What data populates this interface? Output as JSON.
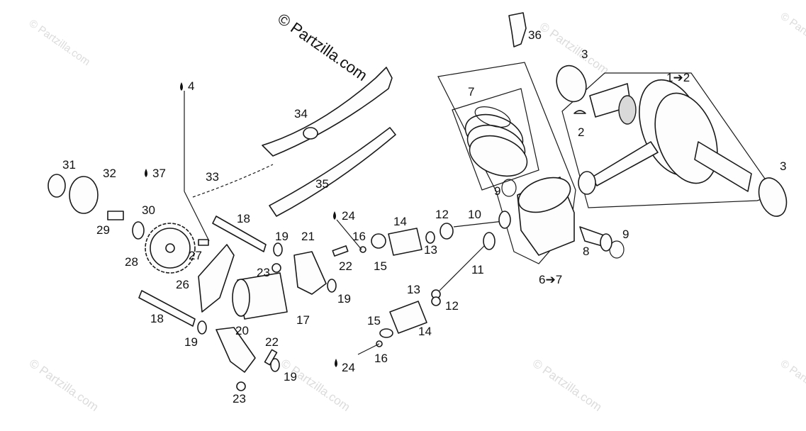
{
  "credit": "© Partzilla.com",
  "watermark": "© Partzilla.com",
  "callouts": [
    {
      "id": "c-36",
      "text": "36"
    },
    {
      "id": "c-3a",
      "text": "3"
    },
    {
      "id": "c-1to2",
      "text": "1➔2"
    },
    {
      "id": "c-7",
      "text": "7"
    },
    {
      "id": "c-2",
      "text": "2"
    },
    {
      "id": "c-3b",
      "text": "3"
    },
    {
      "id": "c-4",
      "text": "4"
    },
    {
      "id": "c-34",
      "text": "34"
    },
    {
      "id": "c-31",
      "text": "31"
    },
    {
      "id": "c-32",
      "text": "32"
    },
    {
      "id": "c-37",
      "text": "37"
    },
    {
      "id": "c-33",
      "text": "33"
    },
    {
      "id": "c-35",
      "text": "35"
    },
    {
      "id": "c-9a",
      "text": "9"
    },
    {
      "id": "c-30",
      "text": "30"
    },
    {
      "id": "c-29",
      "text": "29"
    },
    {
      "id": "c-18a",
      "text": "18"
    },
    {
      "id": "c-24a",
      "text": "24"
    },
    {
      "id": "c-14a",
      "text": "14"
    },
    {
      "id": "c-12a",
      "text": "12"
    },
    {
      "id": "c-10",
      "text": "10"
    },
    {
      "id": "c-9b",
      "text": "9"
    },
    {
      "id": "c-19a",
      "text": "19"
    },
    {
      "id": "c-21",
      "text": "21"
    },
    {
      "id": "c-16a",
      "text": "16"
    },
    {
      "id": "c-13a",
      "text": "13"
    },
    {
      "id": "c-8",
      "text": "8"
    },
    {
      "id": "c-28",
      "text": "28"
    },
    {
      "id": "c-27",
      "text": "27"
    },
    {
      "id": "c-22a",
      "text": "22"
    },
    {
      "id": "c-15a",
      "text": "15"
    },
    {
      "id": "c-23a",
      "text": "23"
    },
    {
      "id": "c-11",
      "text": "11"
    },
    {
      "id": "c-6to7",
      "text": "6➔7"
    },
    {
      "id": "c-26",
      "text": "26"
    },
    {
      "id": "c-19b",
      "text": "19"
    },
    {
      "id": "c-13b",
      "text": "13"
    },
    {
      "id": "c-12b",
      "text": "12"
    },
    {
      "id": "c-17",
      "text": "17"
    },
    {
      "id": "c-18b",
      "text": "18"
    },
    {
      "id": "c-15b",
      "text": "15"
    },
    {
      "id": "c-14b",
      "text": "14"
    },
    {
      "id": "c-20",
      "text": "20"
    },
    {
      "id": "c-19c",
      "text": "19"
    },
    {
      "id": "c-22b",
      "text": "22"
    },
    {
      "id": "c-16b",
      "text": "16"
    },
    {
      "id": "c-24b",
      "text": "24"
    },
    {
      "id": "c-19d",
      "text": "19"
    },
    {
      "id": "c-23b",
      "text": "23"
    }
  ]
}
